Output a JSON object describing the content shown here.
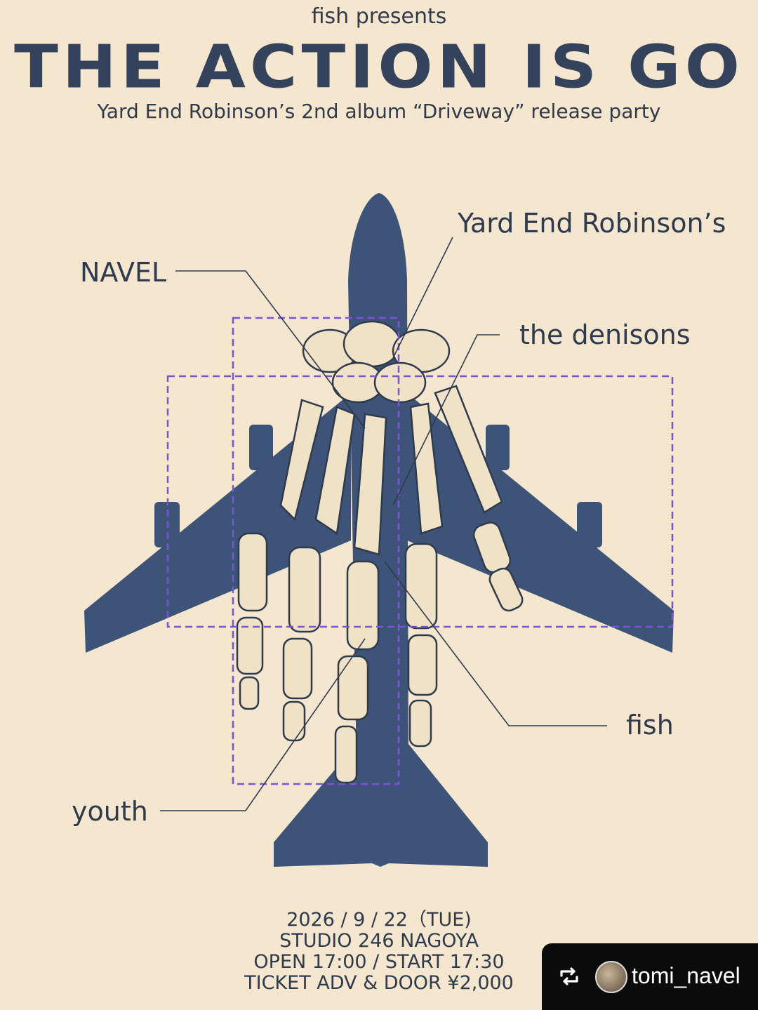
{
  "header": {
    "presents": "fish presents",
    "title": "THE ACTION IS GO",
    "subtitle": "Yard End Robinson’s 2nd album “Driveway” release party"
  },
  "bands": {
    "yard_end": "Yard End Robinson’s",
    "navel": "NAVEL",
    "denisons": "the denisons",
    "fish": "fish",
    "youth": "youth"
  },
  "event": {
    "date": "2026 / 9 / 22（TUE)",
    "venue": "STUDIO 246 NAGOYA",
    "time": "OPEN 17:00 / START 17:30",
    "ticket": "TICKET ADV & DOOR ¥2,000"
  },
  "repost": {
    "icon": "repost-icon",
    "handle": "tomi_navel"
  },
  "colors": {
    "background": "#f4e6cf",
    "plane": "#3d5478",
    "dashed_box": "#7b52d8",
    "text": "#2f3a4d"
  }
}
